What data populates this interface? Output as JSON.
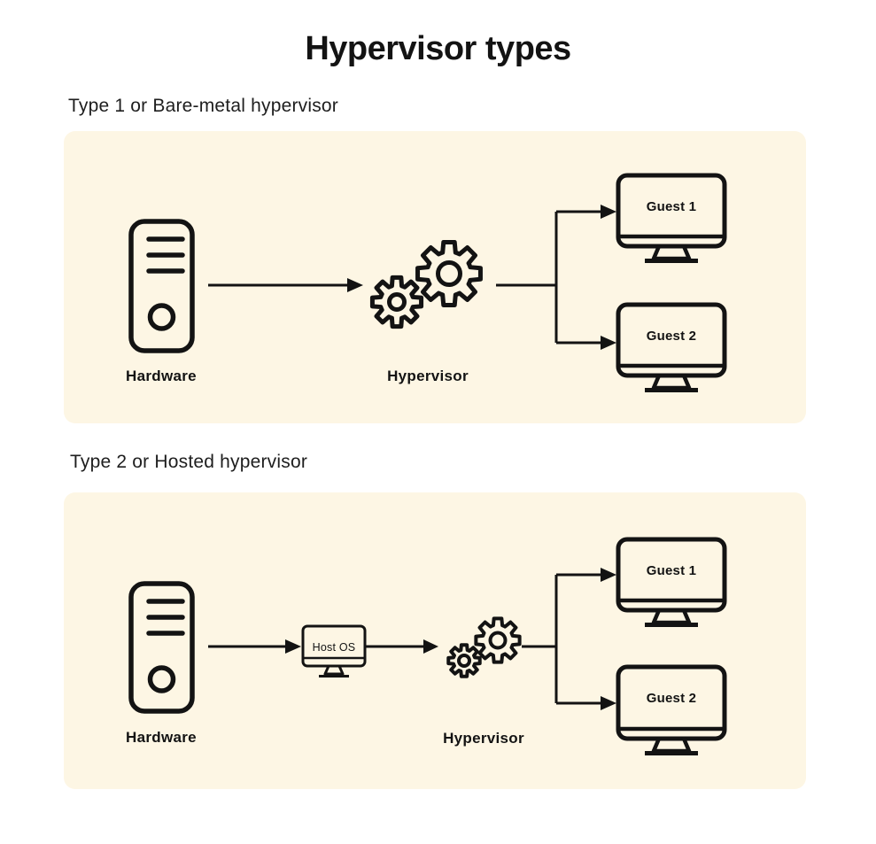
{
  "page": {
    "title": "Hypervisor types"
  },
  "colors": {
    "page_background": "#ffffff",
    "panel_background": "#fdf6e4",
    "ink": "#131313",
    "heading": "#1e1e1e"
  },
  "icons": {
    "hardware": "server-tower-icon",
    "hypervisor": "gears-icon",
    "guest": "monitor-icon",
    "host_os": "monitor-icon",
    "connector": "arrow-right-icon"
  },
  "sections": [
    {
      "heading": "Type 1 or Bare-metal hypervisor",
      "labels": {
        "hardware": "Hardware",
        "hypervisor": "Hypervisor",
        "guest1": "Guest 1",
        "guest2": "Guest 2"
      }
    },
    {
      "heading": "Type 2 or Hosted hypervisor",
      "labels": {
        "hardware": "Hardware",
        "host_os": "Host OS",
        "hypervisor": "Hypervisor",
        "guest1": "Guest 1",
        "guest2": "Guest 2"
      }
    }
  ]
}
